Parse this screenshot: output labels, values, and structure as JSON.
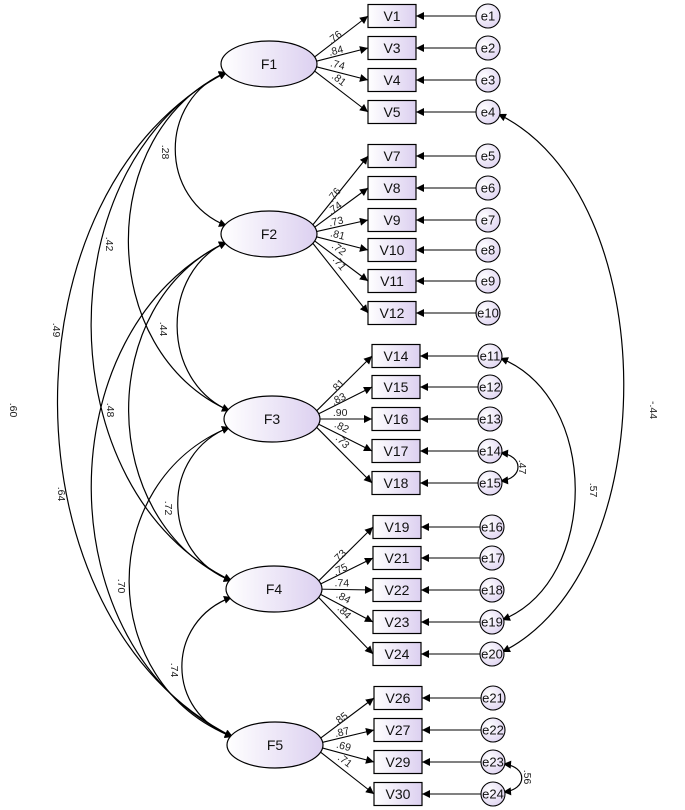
{
  "factors": [
    {
      "id": "F1",
      "label": "F1"
    },
    {
      "id": "F2",
      "label": "F2"
    },
    {
      "id": "F3",
      "label": "F3"
    },
    {
      "id": "F4",
      "label": "F4"
    },
    {
      "id": "F5",
      "label": "F5"
    }
  ],
  "indicators": [
    {
      "id": "V1",
      "label": "V1",
      "factor": "F1",
      "loading": ".76",
      "error": "e1"
    },
    {
      "id": "V3",
      "label": "V3",
      "factor": "F1",
      "loading": ".84",
      "error": "e2"
    },
    {
      "id": "V4",
      "label": "V4",
      "factor": "F1",
      "loading": ".74",
      "error": "e3"
    },
    {
      "id": "V5",
      "label": "V5",
      "factor": "F1",
      "loading": ".81",
      "error": "e4"
    },
    {
      "id": "V7",
      "label": "V7",
      "factor": "F2",
      "loading": ".76",
      "error": "e5"
    },
    {
      "id": "V8",
      "label": "V8",
      "factor": "F2",
      "loading": ".74",
      "error": "e6"
    },
    {
      "id": "V9",
      "label": "V9",
      "factor": "F2",
      "loading": ".73",
      "error": "e7"
    },
    {
      "id": "V10",
      "label": "V10",
      "factor": "F2",
      "loading": ".81",
      "error": "e8"
    },
    {
      "id": "V11",
      "label": "V11",
      "factor": "F2",
      "loading": ".72",
      "error": "e9"
    },
    {
      "id": "V12",
      "label": "V12",
      "factor": "F2",
      "loading": ".71",
      "error": "e10"
    },
    {
      "id": "V14",
      "label": "V14",
      "factor": "F3",
      "loading": ".81",
      "error": "e11"
    },
    {
      "id": "V15",
      "label": "V15",
      "factor": "F3",
      "loading": ".83",
      "error": "e12"
    },
    {
      "id": "V16",
      "label": "V16",
      "factor": "F3",
      "loading": ".90",
      "error": "e13"
    },
    {
      "id": "V17",
      "label": "V17",
      "factor": "F3",
      "loading": ".82",
      "error": "e14"
    },
    {
      "id": "V18",
      "label": "V18",
      "factor": "F3",
      "loading": ".73",
      "error": "e15"
    },
    {
      "id": "V19",
      "label": "V19",
      "factor": "F4",
      "loading": ".73",
      "error": "e16"
    },
    {
      "id": "V21",
      "label": "V21",
      "factor": "F4",
      "loading": ".75",
      "error": "e17"
    },
    {
      "id": "V22",
      "label": "V22",
      "factor": "F4",
      "loading": ".74",
      "error": "e18"
    },
    {
      "id": "V23",
      "label": "V23",
      "factor": "F4",
      "loading": ".84",
      "error": "e19"
    },
    {
      "id": "V24",
      "label": "V24",
      "factor": "F4",
      "loading": ".84",
      "error": "e20"
    },
    {
      "id": "V26",
      "label": "V26",
      "factor": "F5",
      "loading": ".85",
      "error": "e21"
    },
    {
      "id": "V27",
      "label": "V27",
      "factor": "F5",
      "loading": ".87",
      "error": "e22"
    },
    {
      "id": "V29",
      "label": "V29",
      "factor": "F5",
      "loading": ".69",
      "error": "e23"
    },
    {
      "id": "V30",
      "label": "V30",
      "factor": "F5",
      "loading": ".71",
      "error": "e24"
    }
  ],
  "factor_correlations": [
    {
      "from": "F1",
      "to": "F2",
      "value": ".28"
    },
    {
      "from": "F1",
      "to": "F3",
      "value": ".42"
    },
    {
      "from": "F1",
      "to": "F4",
      "value": ".49"
    },
    {
      "from": "F1",
      "to": "F5",
      "value": ".60"
    },
    {
      "from": "F2",
      "to": "F3",
      "value": ".44"
    },
    {
      "from": "F2",
      "to": "F4",
      "value": ".48"
    },
    {
      "from": "F2",
      "to": "F5",
      "value": ".64"
    },
    {
      "from": "F3",
      "to": "F4",
      "value": ".72"
    },
    {
      "from": "F3",
      "to": "F5",
      "value": ".70"
    },
    {
      "from": "F4",
      "to": "F5",
      "value": ".74"
    }
  ],
  "error_covariances": [
    {
      "from": "e4",
      "to": "e20",
      "value": "-.44"
    },
    {
      "from": "e11",
      "to": "e19",
      "value": ".57"
    },
    {
      "from": "e14",
      "to": "e15",
      "value": ".47"
    },
    {
      "from": "e23",
      "to": "e24",
      "value": ".56"
    }
  ],
  "colors": {
    "node_fill_light": "#ffffff",
    "node_fill_tint": "#dcd0f0",
    "stroke": "#000000"
  }
}
